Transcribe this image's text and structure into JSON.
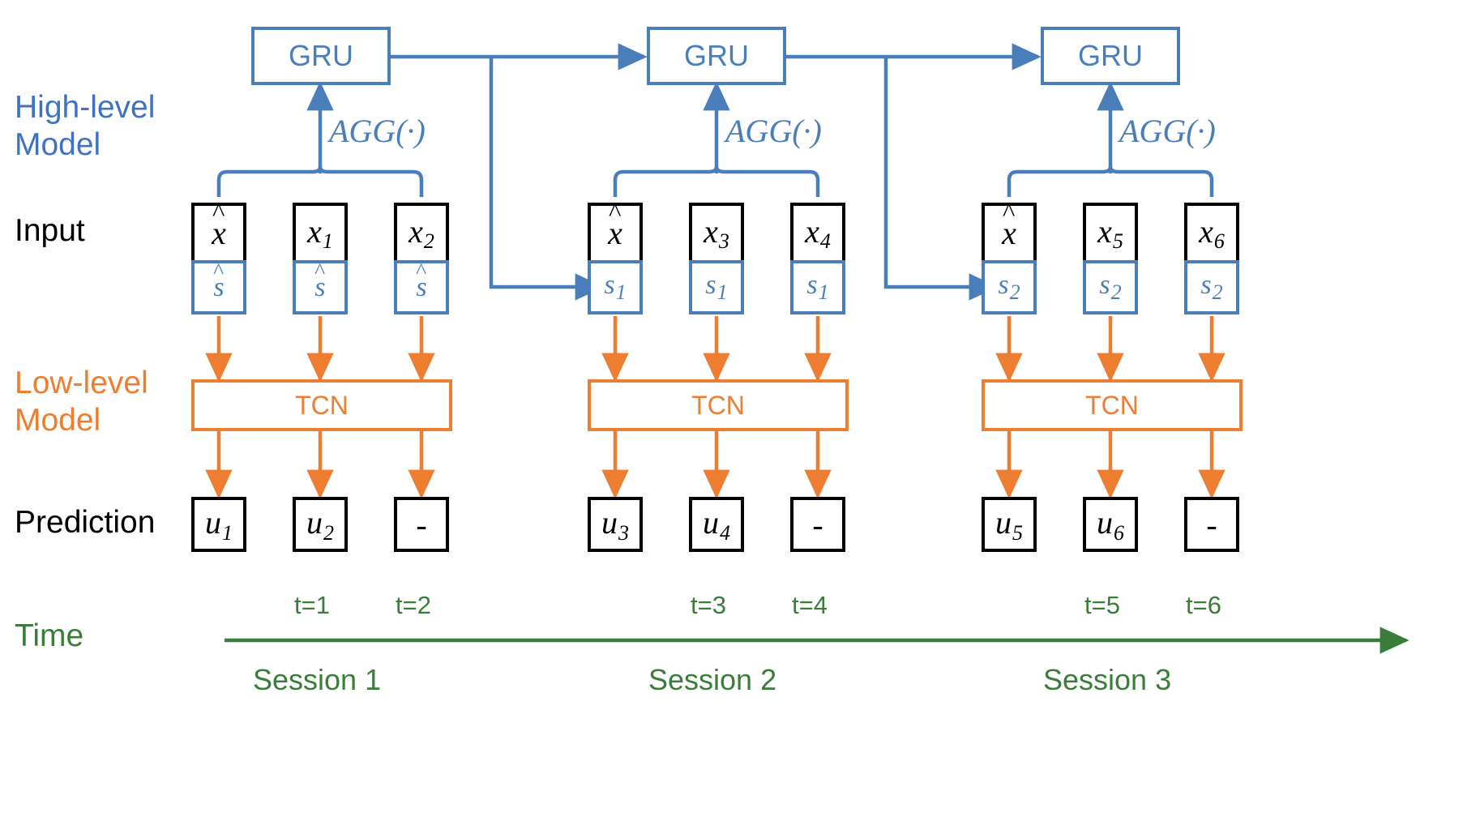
{
  "colors": {
    "blue": "#4a7ebb",
    "orange": "#ed7d31",
    "green": "#3a7d3a",
    "black": "#000000",
    "label_blue": "#3f72c1"
  },
  "row_labels": {
    "high_level": "High-level\nModel",
    "input": "Input",
    "low_level": "Low-level\nModel",
    "prediction": "Prediction",
    "time": "Time"
  },
  "agg_label": "AGG(·)",
  "gru_label": "GRU",
  "tcn_label": "TCN",
  "sessions": [
    {
      "name": "Session 1",
      "gru": "GRU",
      "agg": "AGG(·)",
      "tcn": "TCN",
      "columns": [
        {
          "x_base": "x",
          "x_hat": true,
          "x_sub": "",
          "s_base": "s",
          "s_hat": true,
          "s_sub": "",
          "u_base": "u",
          "u_sub": "1"
        },
        {
          "x_base": "x",
          "x_hat": false,
          "x_sub": "1",
          "s_base": "s",
          "s_hat": true,
          "s_sub": "",
          "u_base": "u",
          "u_sub": "2"
        },
        {
          "x_base": "x",
          "x_hat": false,
          "x_sub": "2",
          "s_base": "s",
          "s_hat": true,
          "s_sub": "",
          "u_base": "-",
          "u_sub": ""
        }
      ],
      "ticks": [
        "t=1",
        "t=2"
      ]
    },
    {
      "name": "Session 2",
      "gru": "GRU",
      "agg": "AGG(·)",
      "tcn": "TCN",
      "columns": [
        {
          "x_base": "x",
          "x_hat": true,
          "x_sub": "",
          "s_base": "s",
          "s_hat": false,
          "s_sub": "1",
          "u_base": "u",
          "u_sub": "3"
        },
        {
          "x_base": "x",
          "x_hat": false,
          "x_sub": "3",
          "s_base": "s",
          "s_hat": false,
          "s_sub": "1",
          "u_base": "u",
          "u_sub": "4"
        },
        {
          "x_base": "x",
          "x_hat": false,
          "x_sub": "4",
          "s_base": "s",
          "s_hat": false,
          "s_sub": "1",
          "u_base": "-",
          "u_sub": ""
        }
      ],
      "ticks": [
        "t=3",
        "t=4"
      ]
    },
    {
      "name": "Session 3",
      "gru": "GRU",
      "agg": "AGG(·)",
      "tcn": "TCN",
      "columns": [
        {
          "x_base": "x",
          "x_hat": true,
          "x_sub": "",
          "s_base": "s",
          "s_hat": false,
          "s_sub": "2",
          "u_base": "u",
          "u_sub": "5"
        },
        {
          "x_base": "x",
          "x_hat": false,
          "x_sub": "5",
          "s_base": "s",
          "s_hat": false,
          "s_sub": "2",
          "u_base": "u",
          "u_sub": "6"
        },
        {
          "x_base": "x",
          "x_hat": false,
          "x_sub": "6",
          "s_base": "s",
          "s_hat": false,
          "s_sub": "2",
          "u_base": "-",
          "u_sub": ""
        }
      ],
      "ticks": [
        "t=5",
        "t=6"
      ]
    }
  ],
  "time_axis": {
    "label": "Time",
    "direction": "left-to-right-arrow"
  }
}
